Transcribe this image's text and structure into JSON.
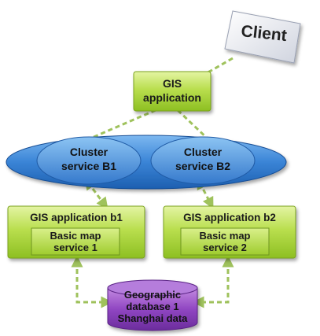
{
  "client": {
    "label": "Client"
  },
  "gis_app": {
    "line1": "GIS",
    "line2": "application"
  },
  "cluster": {
    "b1": {
      "line1": "Cluster",
      "line2": "service B1"
    },
    "b2": {
      "line1": "Cluster",
      "line2": "service B2"
    }
  },
  "app_b1": {
    "title": "GIS application b1",
    "service_line1": "Basic map",
    "service_line2": "service 1"
  },
  "app_b2": {
    "title": "GIS application b2",
    "service_line1": "Basic map",
    "service_line2": "service 2"
  },
  "database": {
    "line1": "Geographic",
    "line2": "database 1",
    "line3": "Shanghai data"
  },
  "colors": {
    "green_light": "#d7ee8a",
    "green_dark": "#8dbf22",
    "blue_light": "#5aa0e8",
    "blue_dark": "#1d5fb0",
    "purple_light": "#b071d6",
    "purple_dark": "#6b2c9c",
    "connector": "#9fc25c"
  }
}
